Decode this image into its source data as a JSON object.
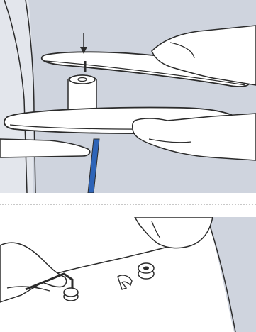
{
  "colors": {
    "background": "#ffffff",
    "shade": "#cfd4de",
    "outline": "#2b2b2b",
    "accent": "#2e64b8",
    "divider": "#c8c8c8"
  },
  "figures": [
    {
      "id": "top",
      "depicts": [
        "board-upper",
        "board-lower",
        "stand",
        "mounting-post",
        "upper-hand",
        "lower-hand",
        "left-arm",
        "blue-strap",
        "downward-arrow"
      ]
    },
    {
      "id": "bottom",
      "depicts": [
        "hand-with-tool",
        "allen-key",
        "bolt",
        "washer",
        "bolt-post"
      ]
    }
  ],
  "icons": [
    "downward-arrow-icon"
  ]
}
